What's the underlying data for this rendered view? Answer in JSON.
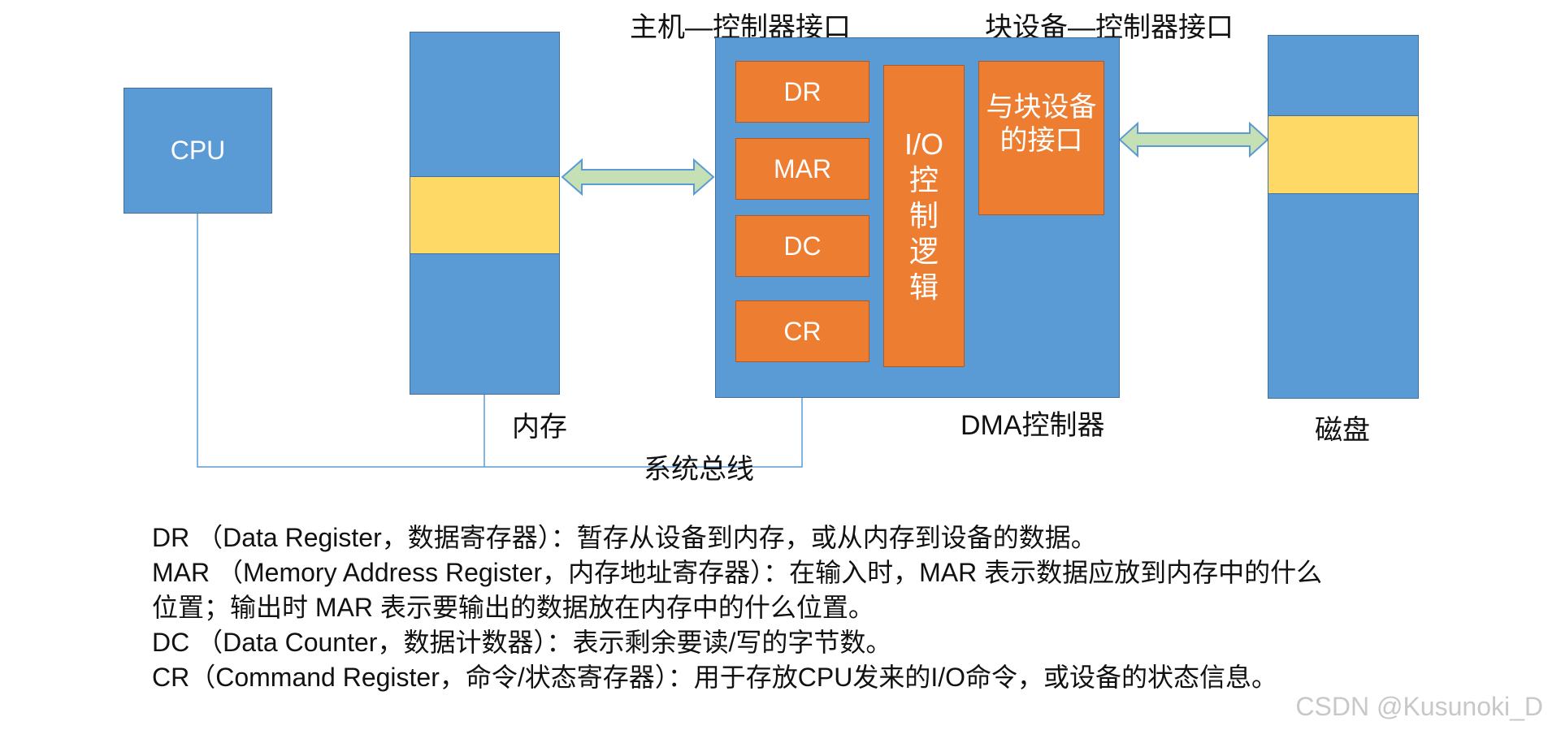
{
  "diagram": {
    "cpu_label": "CPU",
    "memory_label": "内存",
    "bus_label": "系统总线",
    "host_interface_label": "主机—控制器接口",
    "device_interface_label": "块设备—控制器接口",
    "dma_label": "DMA控制器",
    "disk_label": "磁盘",
    "registers": [
      "DR",
      "MAR",
      "DC",
      "CR"
    ],
    "io_logic_label": "I/O控制逻辑",
    "device_port_label": "与块设备的接口"
  },
  "legend": {
    "dr": "DR （Data Register，数据寄存器）：暂存从设备到内存，或从内存到设备的数据。",
    "mar_1": "MAR （Memory Address Register，内存地址寄存器）：在输入时，MAR 表示数据应放到内存中的什么",
    "mar_2": "位置；输出时 MAR 表示要输出的数据放在内存中的什么位置。",
    "dc": "DC （Data Counter，数据计数器）：表示剩余要读/写的字节数。",
    "cr": "CR（Command Register，命令/状态寄存器）：用于存放CPU发来的I/O命令，或设备的状态信息。"
  },
  "watermark": "CSDN @Kusunoki_D",
  "colors": {
    "blue": "#5b9bd5",
    "orange": "#ed7d31",
    "yellow": "#ffd966",
    "arrow_fill": "#c5e0b4",
    "bus_line": "#5b9bd5"
  }
}
